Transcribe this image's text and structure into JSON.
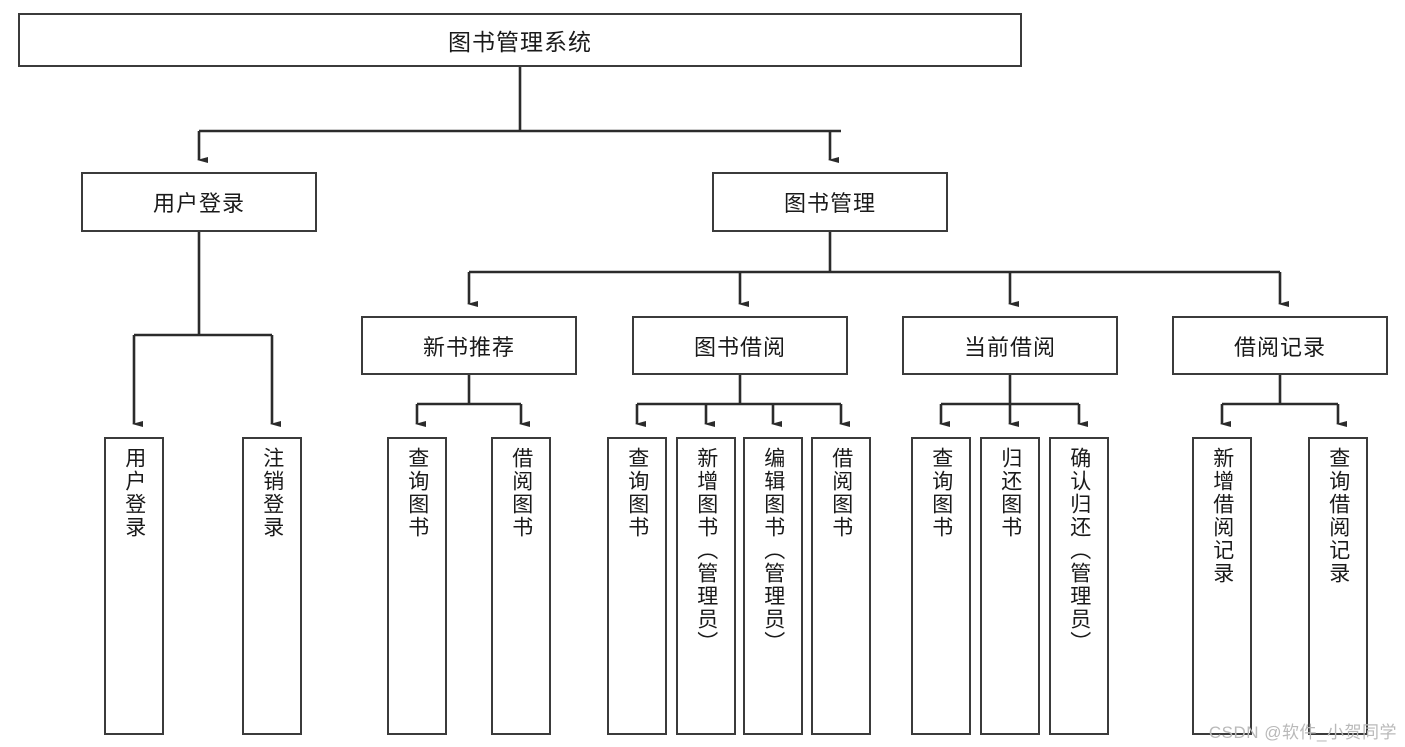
{
  "diagram": {
    "title": "图书管理系统",
    "type": "tree-hierarchy-diagram",
    "colors": {
      "box_border": "#3b3b3b",
      "box_fill": "#ffffff",
      "connector": "#2b2b2b",
      "text": "#1a1a1a",
      "watermark": "#b9b9b9",
      "background": "#ffffff"
    },
    "root": {
      "label": "图书管理系统"
    },
    "level2": [
      {
        "label": "用户登录"
      },
      {
        "label": "图书管理"
      }
    ],
    "level3": [
      {
        "label": "新书推荐"
      },
      {
        "label": "图书借阅"
      },
      {
        "label": "当前借阅"
      },
      {
        "label": "借阅记录"
      }
    ],
    "leaves": {
      "user_login": [
        {
          "label": "用户登录"
        },
        {
          "label": "注销登录"
        }
      ],
      "new_book_recommend": [
        {
          "label": "查询图书"
        },
        {
          "label": "借阅图书"
        }
      ],
      "book_borrow": [
        {
          "label": "查询图书"
        },
        {
          "label": "新增图书（管理员）"
        },
        {
          "label": "编辑图书（管理员）"
        },
        {
          "label": "借阅图书"
        }
      ],
      "current_borrow": [
        {
          "label": "查询图书"
        },
        {
          "label": "归还图书"
        },
        {
          "label": "确认归还（管理员）"
        }
      ],
      "borrow_records": [
        {
          "label": "新增借阅记录"
        },
        {
          "label": "查询借阅记录"
        }
      ]
    },
    "watermark": "CSDN @软件_小贺同学"
  }
}
